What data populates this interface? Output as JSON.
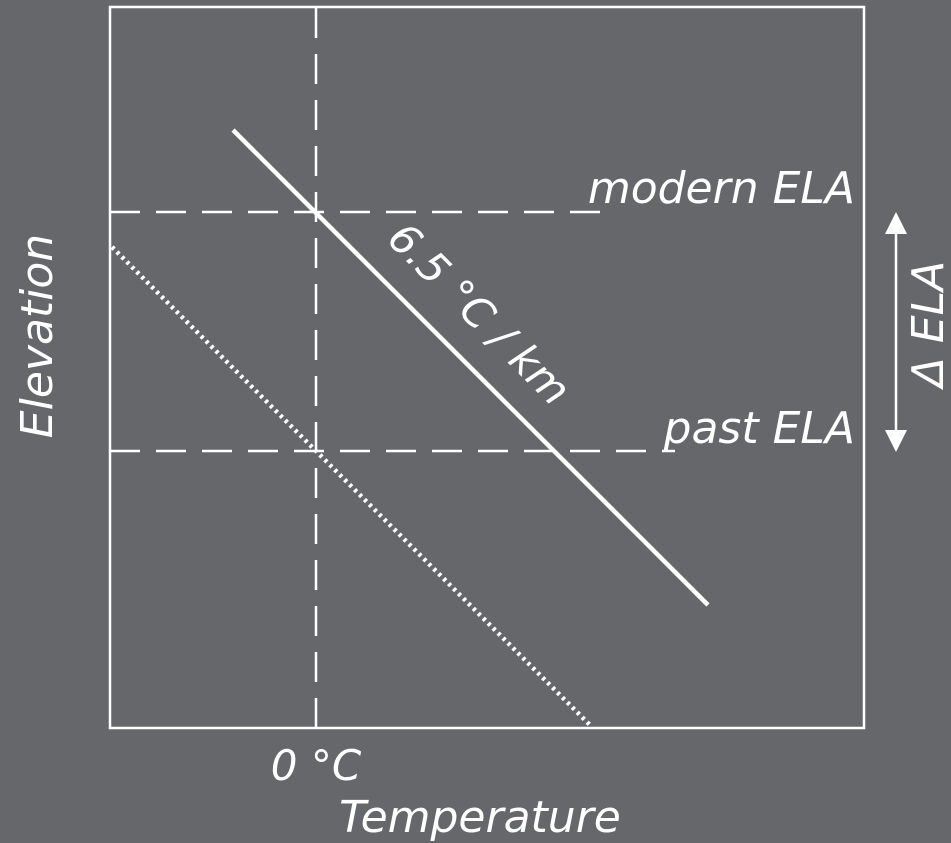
{
  "colors": {
    "background": "#66676a",
    "ink": "#ffffff"
  },
  "axes": {
    "xlabel": "Temperature",
    "ylabel": "Elevation",
    "x_tick": "0 °C"
  },
  "lines": {
    "modern_ela": "modern ELA",
    "past_ela": "past ELA",
    "lapse_rate": "6.5 °C / km"
  },
  "delta_label": "Δ ELA"
}
